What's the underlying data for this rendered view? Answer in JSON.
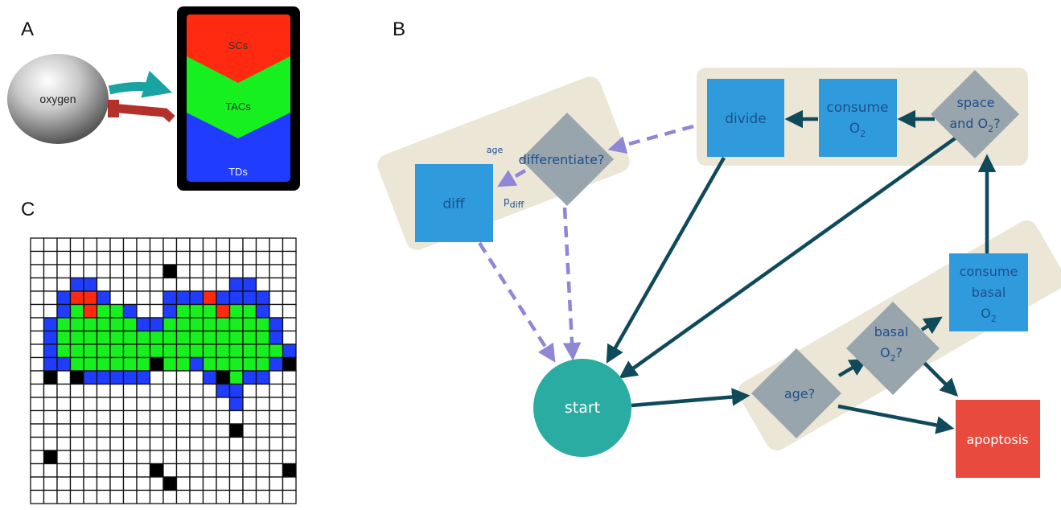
{
  "panels": {
    "a": "A",
    "b": "B",
    "c": "C"
  },
  "panel_a": {
    "oxygen_label": "oxygen",
    "compartments": {
      "scs": "SCs",
      "tacs": "TACs",
      "tds": "TDs"
    },
    "colors": {
      "scs": "#ff2a10",
      "tacs": "#17f01f",
      "tds": "#1f3cff",
      "activation_arrow": "#1aa3a3",
      "inhibition_arrow": "#b3302b"
    }
  },
  "panel_b": {
    "nodes": {
      "divide": "divide",
      "consume_o2": {
        "line1": "consume",
        "o2": "O",
        "o2_sub": "2"
      },
      "space_o2": {
        "line1": "space",
        "line2": "and O",
        "sub": "2",
        "tail": "?"
      },
      "differentiate": "differentiate?",
      "age_label": "age",
      "pdiff_label": {
        "p": "p",
        "sub": "diff"
      },
      "diff": "diff",
      "start": "start",
      "age_q": "age?",
      "basal_o2": {
        "line1": "basal",
        "o2": "O",
        "sub": "2",
        "tail": "?"
      },
      "consume_basal": {
        "line1": "consume",
        "line2": "basal",
        "o2": "O",
        "sub": "2"
      },
      "apoptosis": "apoptosis"
    },
    "colors": {
      "process": "#2f9bdc",
      "decision": "#98a5ad",
      "start": "#2aaca2",
      "apoptosis": "#e84a3d",
      "arrow": "#0f4a5a",
      "dashed_arrow": "#8f86d6",
      "group_bg": "#ebe6d6"
    }
  },
  "panel_c": {
    "grid_size": 20,
    "colors": {
      "stem": "#ff2a10",
      "tac": "#17f01f",
      "td": "#1f3cff",
      "dead": "#000000",
      "empty": "#ffffff"
    },
    "rows": [
      "....................",
      "....................",
      "..........K.........",
      "...BB..........BB...",
      "..BRRB....BBBRBBBB..",
      "..BGRGGB..BGGGRGGB..",
      ".BGGGGGGBBGGGGGGGGB.",
      ".BGGGGGGGGGGGGGGGGB.",
      ".BGGGGGGGGGGGGGGGGGB",
      ".BBGGGGGGKGGBGGGGGBK",
      ".K.KBBBBB....BKGBB..",
      "..............BB....",
      "...............B....",
      "....................",
      "...............K....",
      "....................",
      ".K..................",
      ".........K.........K",
      "..........K........."
    ]
  }
}
